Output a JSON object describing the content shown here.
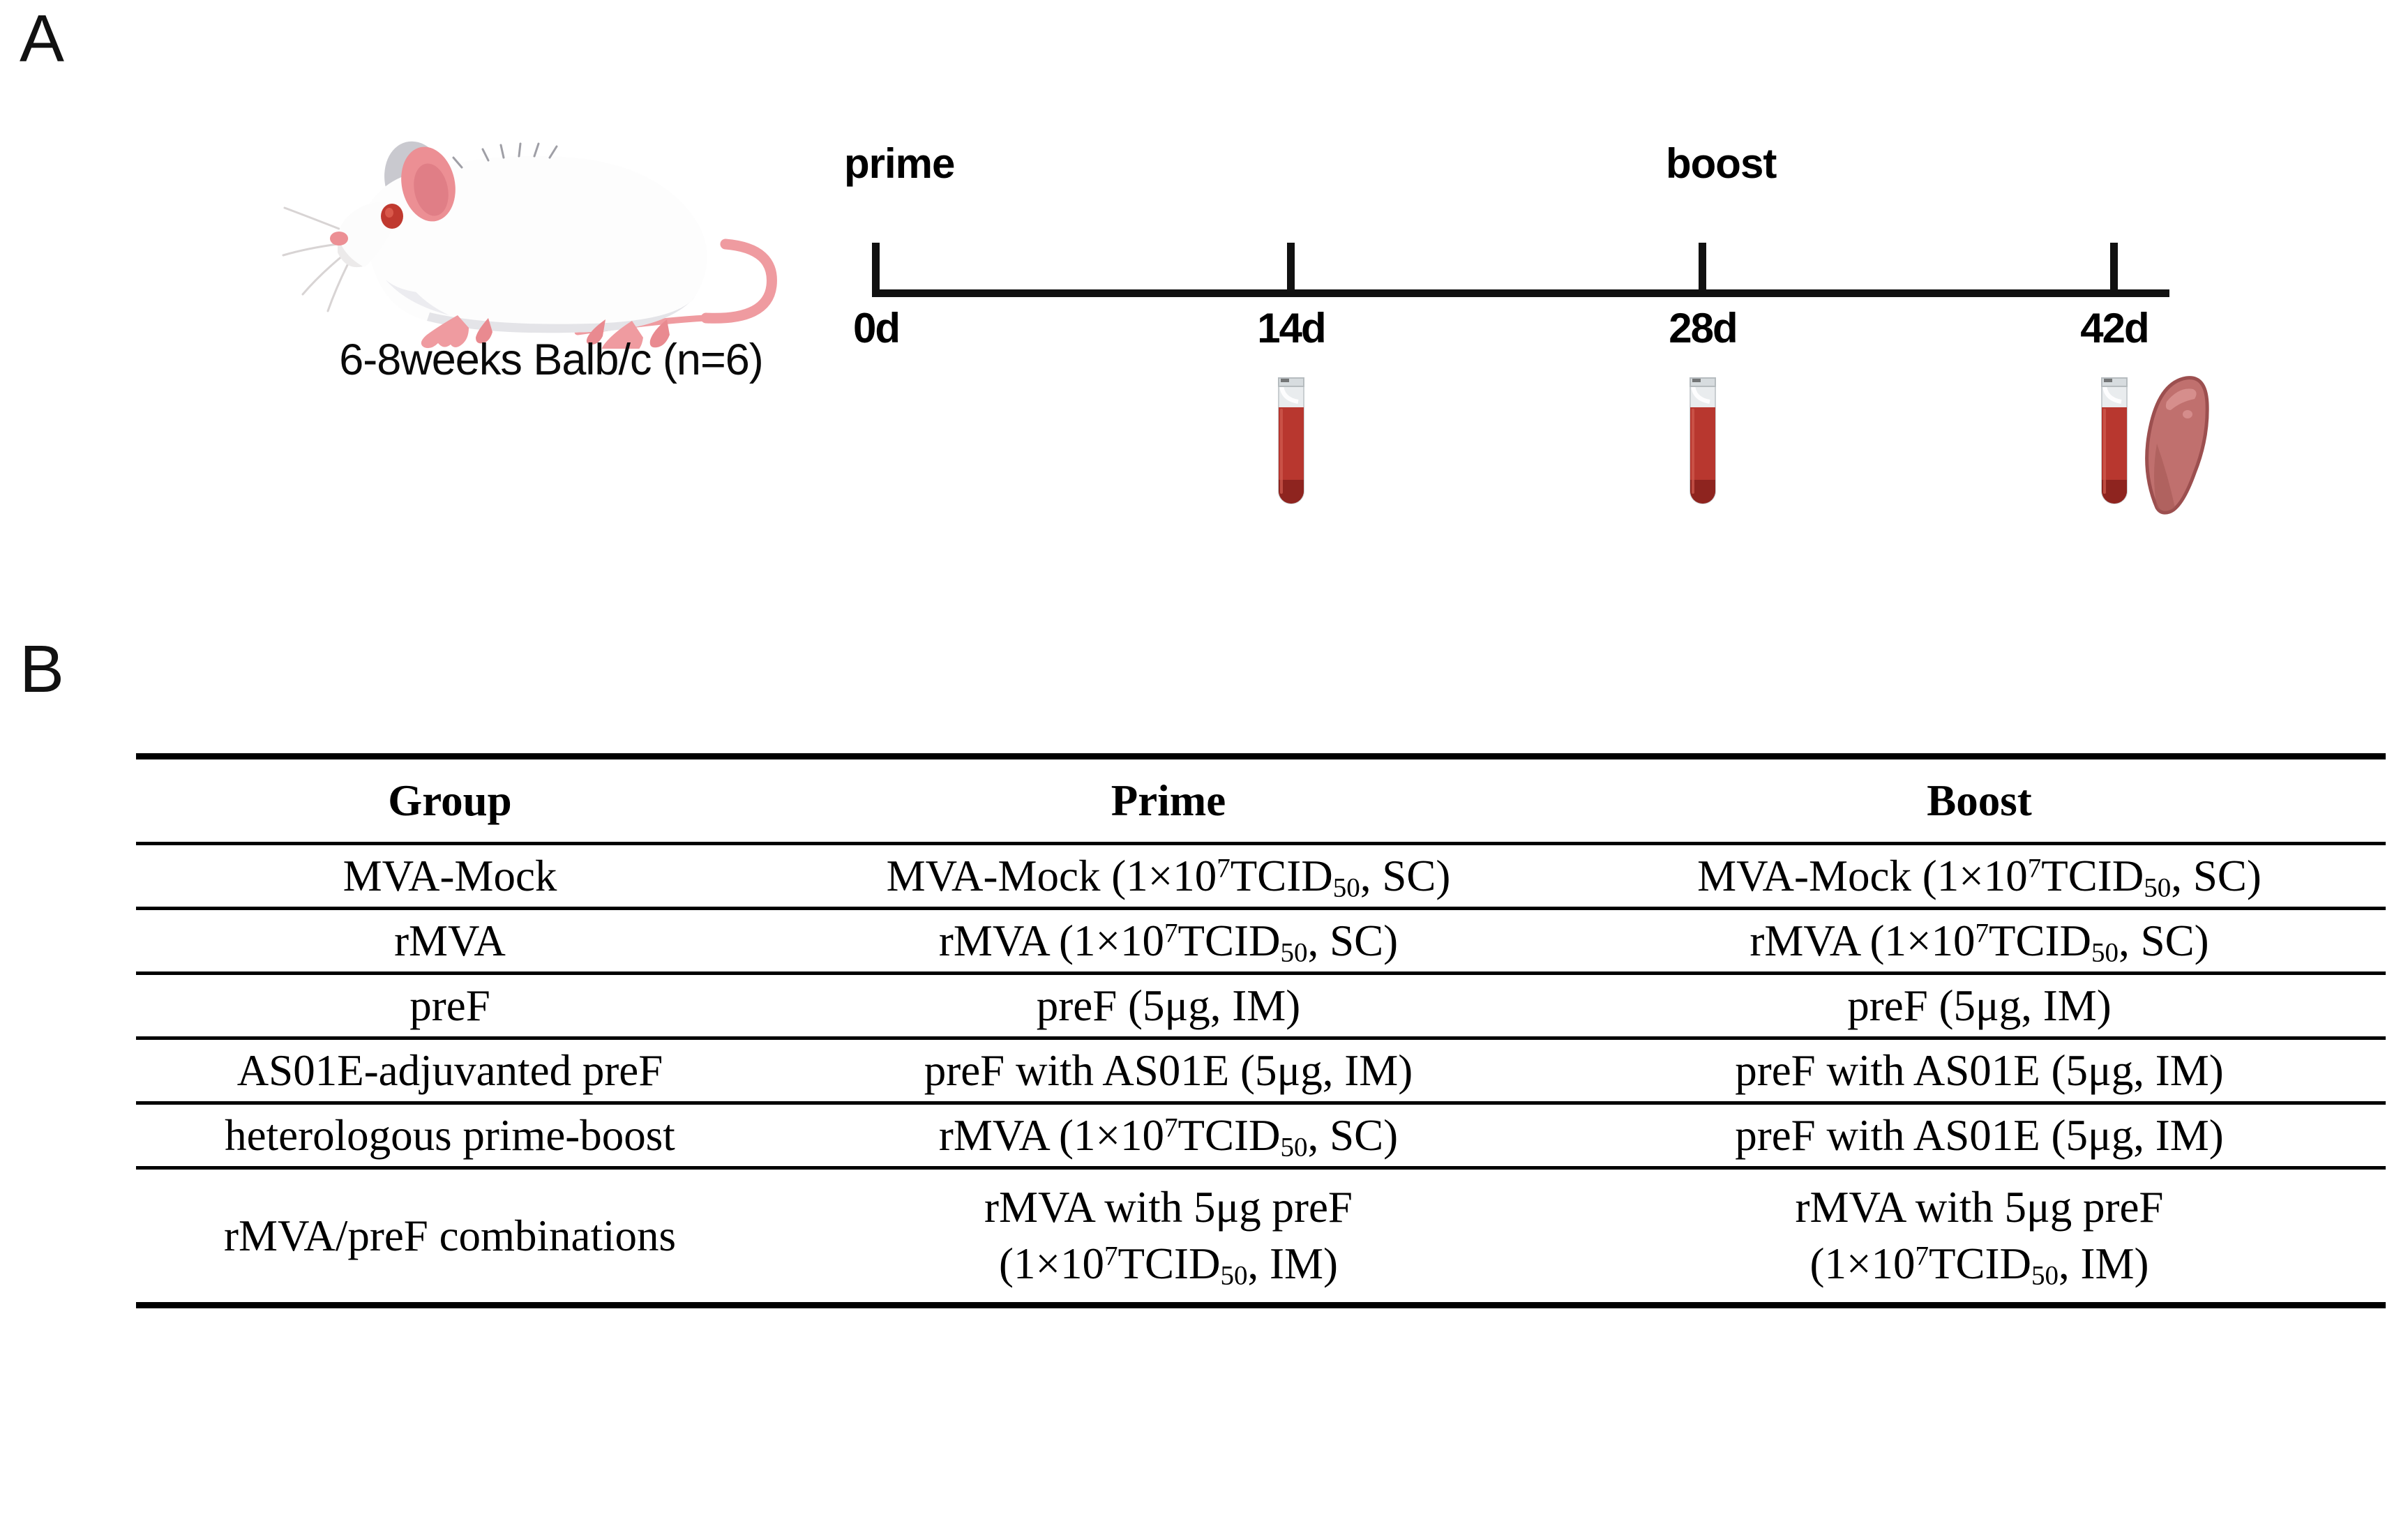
{
  "panels": {
    "a_letter": "A",
    "b_letter": "B"
  },
  "panel_a": {
    "mouse_caption": "6-8weeks Balb/c (n=6)",
    "timeline": {
      "phase_labels": [
        {
          "name": "prime",
          "text": "prime",
          "day": 0
        },
        {
          "name": "boost",
          "text": "boost",
          "day": 28
        }
      ],
      "ticks": [
        {
          "label": "0d",
          "day": 0,
          "sample": "none"
        },
        {
          "label": "14d",
          "day": 14,
          "sample": "blood"
        },
        {
          "label": "28d",
          "day": 28,
          "sample": "blood"
        },
        {
          "label": "42d",
          "day": 42,
          "sample": "blood+spleen"
        }
      ],
      "icons": {
        "blood_tube": "blood-collection-tube-icon",
        "spleen": "spleen-icon",
        "mouse": "mouse-icon"
      }
    }
  },
  "panel_b": {
    "table": {
      "headers": [
        "Group",
        "Prime",
        "Boost"
      ],
      "rows": [
        {
          "group": "MVA-Mock",
          "prime": [
            {
              "pre": "MVA-Mock (1×10",
              "sup": "7",
              "mid": "TCID",
              "sub": "50",
              "post": ", SC)"
            }
          ],
          "boost": [
            {
              "pre": "MVA-Mock (1×10",
              "sup": "7",
              "mid": "TCID",
              "sub": "50",
              "post": ", SC)"
            }
          ]
        },
        {
          "group": "rMVA",
          "prime": [
            {
              "pre": "rMVA (1×10",
              "sup": "7",
              "mid": "TCID",
              "sub": "50",
              "post": ", SC)"
            }
          ],
          "boost": [
            {
              "pre": "rMVA (1×10",
              "sup": "7",
              "mid": "TCID",
              "sub": "50",
              "post": ", SC)"
            }
          ]
        },
        {
          "group": "preF",
          "prime": [
            {
              "pre": "preF (5μg, IM)",
              "sup": "",
              "mid": "",
              "sub": "",
              "post": ""
            }
          ],
          "boost": [
            {
              "pre": "preF (5μg, IM)",
              "sup": "",
              "mid": "",
              "sub": "",
              "post": ""
            }
          ]
        },
        {
          "group": "AS01E-adjuvanted preF",
          "prime": [
            {
              "pre": "preF with AS01E (5μg, IM)",
              "sup": "",
              "mid": "",
              "sub": "",
              "post": ""
            }
          ],
          "boost": [
            {
              "pre": "preF with AS01E (5μg, IM)",
              "sup": "",
              "mid": "",
              "sub": "",
              "post": ""
            }
          ]
        },
        {
          "group": "heterologous prime-boost",
          "prime": [
            {
              "pre": "rMVA (1×10",
              "sup": "7",
              "mid": "TCID",
              "sub": "50",
              "post": ", SC)"
            }
          ],
          "boost": [
            {
              "pre": "preF with AS01E (5μg, IM)",
              "sup": "",
              "mid": "",
              "sub": "",
              "post": ""
            }
          ]
        },
        {
          "group": "rMVA/preF combinations",
          "tall": true,
          "prime": [
            {
              "pre": "rMVA with 5μg preF",
              "sup": "",
              "mid": "",
              "sub": "",
              "post": ""
            },
            {
              "pre": "(1×10",
              "sup": "7",
              "mid": "TCID",
              "sub": "50",
              "post": ", IM)"
            }
          ],
          "boost": [
            {
              "pre": "rMVA with 5μg preF",
              "sup": "",
              "mid": "",
              "sub": "",
              "post": ""
            },
            {
              "pre": "(1×10",
              "sup": "7",
              "mid": "TCID",
              "sub": "50",
              "post": ", IM)"
            }
          ]
        }
      ]
    }
  },
  "colors": {
    "blood": "#b8372f",
    "blood_dark": "#8e241f",
    "tube_glass": "#e3e6e8",
    "spleen": "#c0706e",
    "spleen_dark": "#9c4f4f",
    "mouse_body": "#fdfdfd",
    "mouse_shade": "#d9d9dd",
    "mouse_pink": "#ec8f94",
    "mouse_eye": "#c0392f",
    "rule": "#000000"
  }
}
